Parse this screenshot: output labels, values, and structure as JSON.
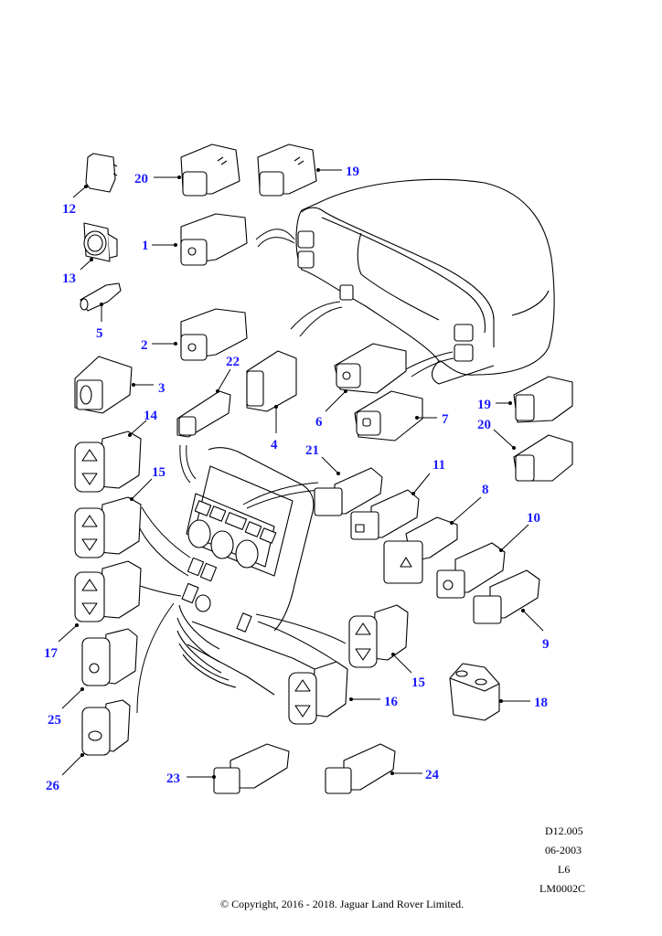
{
  "diagram": {
    "title": "Switches - dashboard and console",
    "callouts": [
      {
        "id": "c12",
        "label": "12",
        "part": "blanking-cap"
      },
      {
        "id": "c20a",
        "label": "20",
        "part": "blank-switch-upper"
      },
      {
        "id": "c19a",
        "label": "19",
        "part": "blank-switch-upper"
      },
      {
        "id": "c1",
        "label": "1",
        "part": "rear-fog-switch"
      },
      {
        "id": "c13",
        "label": "13",
        "part": "rotary-dimmer-switch"
      },
      {
        "id": "c5",
        "label": "5",
        "part": "bulb-holder"
      },
      {
        "id": "c2",
        "label": "2",
        "part": "front-fog-switch"
      },
      {
        "id": "c3",
        "label": "3",
        "part": "thumbwheel-switch"
      },
      {
        "id": "c22",
        "label": "22",
        "part": "heated-screen-switch"
      },
      {
        "id": "c4",
        "label": "4",
        "part": "headlamp-leveling-switch"
      },
      {
        "id": "c6",
        "label": "6",
        "part": "cluster-switch-left"
      },
      {
        "id": "c7",
        "label": "7",
        "part": "cluster-switch-right"
      },
      {
        "id": "c19b",
        "label": "19",
        "part": "blank-switch-cluster"
      },
      {
        "id": "c20b",
        "label": "20",
        "part": "blank-switch-cluster"
      },
      {
        "id": "c14",
        "label": "14",
        "part": "window-switch"
      },
      {
        "id": "c15a",
        "label": "15",
        "part": "window-switch"
      },
      {
        "id": "c21",
        "label": "21",
        "part": "console-switch"
      },
      {
        "id": "c11",
        "label": "11",
        "part": "heated-rear-window-switch"
      },
      {
        "id": "c8",
        "label": "8",
        "part": "hazard-switch"
      },
      {
        "id": "c10",
        "label": "10",
        "part": "recirculation-switch"
      },
      {
        "id": "c9",
        "label": "9",
        "part": "air-conditioning-switch"
      },
      {
        "id": "c17",
        "label": "17",
        "part": "window-switch"
      },
      {
        "id": "c25",
        "label": "25",
        "part": "seat-heater-switch"
      },
      {
        "id": "c26",
        "label": "26",
        "part": "blank-switch-console"
      },
      {
        "id": "c15b",
        "label": "15",
        "part": "window-switch"
      },
      {
        "id": "c16",
        "label": "16",
        "part": "window-switch"
      },
      {
        "id": "c18",
        "label": "18",
        "part": "sunroof-switch"
      },
      {
        "id": "c23",
        "label": "23",
        "part": "fog-lamp-switch"
      },
      {
        "id": "c24",
        "label": "24",
        "part": "heated-windscreen-switch"
      }
    ],
    "callout_color": "#1a1aff"
  },
  "meta": {
    "ref": "D12.005",
    "date": "06-2003",
    "code": "L6",
    "illustration": "LM0002C"
  },
  "footer": {
    "copyright": "© Copyright, 2016 - 2018. Jaguar Land Rover Limited."
  }
}
